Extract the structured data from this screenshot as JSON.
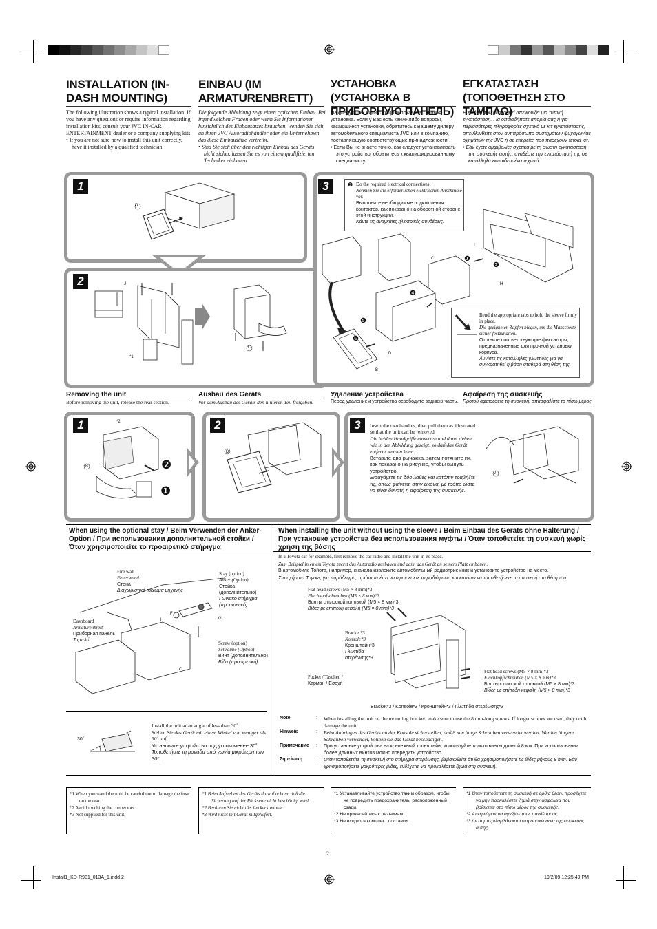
{
  "headers": {
    "en_title": "INSTALLATION (IN-DASH MOUNTING)",
    "de_title": "EINBAU (IM ARMATURENBRETT)",
    "ru_title": "УСТАНОВКА (УСТАНОВКА В ПРИБОРНУЮ ПАНЕЛЬ)",
    "el_title": "ΕΓΚΑΤΑΣΤΑΣΗ (ΤΟΠΟΘΕΤΗΣΗ ΣΤΟ ΤΑΜΠΛΩ)"
  },
  "intro": {
    "en": "The following illustration shows a typical installation. If you have any questions or require information regarding installation kits, consult your JVC IN-CAR ENTERTAINMENT dealer or a company supplying kits.",
    "en_bullet": "If you are not sure how to install this unit correctly, have it installed by a qualified technician.",
    "de": "Die folgende Abbildung zeigt einen typischen Einbau. Bei irgendwelchen Fragen oder wenn Sie Informationen hinsichtlich des Einbausatzes brauchen, wenden Sie sich an ihren JVC Autoradiohändler oder ein Unternehmen das diese Einbausätze vertreibt.",
    "de_bullet": "Sind Sie sich über den richtigen Einbau des Geräts nicht sicher, lassen Sie es von einem qualifizierten Techniker einbauen.",
    "ru": "На следующих иллюстрациях показана типовая установка. Если у Вас есть какие-либо вопросы, касающиеся установки, обратитесь к Вашему дилеру автомобильного специалиста JVC или в компанию, поставляющую соответствующие принадлежности.",
    "ru_bullet": "Если Вы не знаете точно, как следует устанавливать это устройство, обратитесь к квалифицированному специалисту.",
    "el": "Η εικόνα που ακολουθεί απεικονίζει μια τυπική εγκατάσταση. Για οποιαδήποτε απορία σας ή για περισσότερες πληροφορίες σχετικά με κιτ εγκατάστασης, απευθυνθείτε στον αντιπρόσωπο συστημάτων ψυχαγωγίας οχημάτων της JVC ή σε εταιρείες που παρέχουν τέτοια κιτ.",
    "el_bullet": "Εάν έχετε αμφιβολίες σχετικά με τη σωστή εγκατάσταση της συσκευής αυτής, αναθέστε την εγκατάστασή της σε κατάλληλα εκπαιδευμένο τεχνικό."
  },
  "steps_top": {
    "s1": "1",
    "s2": "2",
    "s3": "3",
    "label_D": "D",
    "label_J": "J",
    "label_C": "C",
    "label_I": "I",
    "label_H": "H",
    "label_B": "B",
    "sup1": "*1",
    "step3_text": {
      "num": "❸",
      "en": "Do the required electrical connections.",
      "de": "Nehmen Sie die erforderlichen elektrischen Anschlüsse vor.",
      "ru": "Выполните необходимые подключения контактов, как показано на оборотной стороне этой инструкции.",
      "el": "Κάντε τις αναγκαίες ηλεκτρικές συνδέσεις."
    },
    "bend_text": {
      "en": "Bend the appropriate tabs to hold the sleeve firmly in place.",
      "de": "Die geeigneten Zapfen biegen, um die Manschette sicher festzuhalten.",
      "ru": "Отогните соответствующие фиксаторы, предназначенные для прочной установки корпуса.",
      "el": "Λυγίστε τις κατάλληλες γλωττίδες για να συγκρατηθεί η βάση σταθερά στη θέση της."
    },
    "nums": [
      "❶",
      "❷",
      "❹",
      "❺",
      "❻"
    ]
  },
  "removing": {
    "en_head": "Removing the unit",
    "en_text": "Before removing the unit, release the rear section.",
    "de_head": "Ausbau des Geräts",
    "de_text": "Vor dem Ausbau des Geräts den hinteren Teil freigeben.",
    "ru_head": "Удаление устройства",
    "ru_text": "Перед удалением устройства освободите заднюю часть.",
    "el_head": "Αφαίρεση της συσκευής",
    "el_text": "Προτού αφαιρέσετε τη συσκευή, απασφαλίστε το πίσω μέρος.",
    "s1": "1",
    "s2": "2",
    "s3": "3",
    "sup2": "*2",
    "label_B": "B",
    "label_D": "D",
    "label_J": "J",
    "n2": "❷",
    "n1": "❶",
    "step3": {
      "en": "Insert the two handles, then pull them as illustrated so that the unit can be removed.",
      "de": "Die beiden Handgriffe einsetzen und dann ziehen wie in der Abbildung gezeigt, so daß das Gerät entfernt werden kann.",
      "ru": "Вставьте два рычажка, затем потяните их, как показано на рисунке, чтобы вынуть устройство.",
      "el": "Εισαγάγετε τις δύο λαβές και κατόπιν τραβήξτε τις, όπως φαίνεται στην εικόνα, με τρόπο ώστε να είναι δυνατή η αφαίρεση της συσκευής."
    }
  },
  "stay": {
    "head": "When using the optional stay / Beim Verwenden der Anker-Option / При использовании дополнительной стойки / Όταν χρησιμοποιείτε το προαιρετικό στήριγμα",
    "firewall": [
      "Fire wall",
      "Feuerwand",
      "Стена",
      "Διαχωριστικό τοίχωμα μηχανής"
    ],
    "stay_opt": [
      "Stay (option)",
      "Anker (Option)",
      "Стойка",
      "(дополнительно)",
      "Γωνιακό στήριγμα",
      "(προαιρετικό)"
    ],
    "dashboard": [
      "Dashboard",
      "Armaturenbrett",
      "Приборная панель",
      "Ταμπλώ"
    ],
    "screw_opt": [
      "Screw (option)",
      "Schraube (Option)",
      "Винт (дополнительно)",
      "Βίδα (προαιρετική)"
    ],
    "label_F": "F",
    "label_H": "H",
    "label_G": "G",
    "label_C": "C",
    "angle_text": {
      "en": "Install the unit at an angle of less than 30˚.",
      "de": "Stellen Sie das Gerät mit einem Winkel von weniger als 30˚ auf.",
      "ru": "Установите устройство под углом менее 30˚.",
      "el": "Τοποθετήστε τη μονάδα υπό γωνία μικρότερη των 30°."
    },
    "angle": "30˚"
  },
  "nosleeve": {
    "head": "When installing the unit without using the sleeve / Beim Einbau des Geräts ohne Halterung / При установке устройства без использования муфты / Όταν τοποθετείτε τη συσκευή χωρίς χρήση της βάσης",
    "en": "In a Toyota car for example, first remove the car radio and install the unit in its place.",
    "de": "Zum Beispiel in einem Toyota zuerst das Autoradio ausbauen und dann das Gerät an seinem Platz einbauen.",
    "ru": "В автомобиле Тойота, например, сначала извлеките автомобильный радиоприемник и установите устройство на место.",
    "el": "Στα οχήματα Toyota, για παράδειγμα, πρώτα πρέπει να αφαιρέσετε το ραδιόφωνο και κατόπιν να τοποθετήσετε τη συσκευή στη θέση του.",
    "flat1": [
      "Flat head screws (M5 × 8 mm)*3",
      "Flachkopfschrauben (M5 × 8 mm)*3",
      "Болты с плоской головкой (M5 × 8 мм)*3",
      "Βίδες με επίπεδη κεφαλή (M5 × 8 mm)*3"
    ],
    "bracket": [
      "Bracket*3",
      "Konsole*3",
      "Кронштейн*3",
      "Γλωττίδα",
      "στερέωσης*3"
    ],
    "pocket": [
      "Pocket / Taschen /",
      "Карман / Εσοχή"
    ],
    "flat2": [
      "Flat head screws (M5 × 8 mm)*3",
      "Flachkopfschrauben (M5 × 8 mm)*3",
      "Болты с плоской головкой (M5 × 8 мм)*3",
      "Βίδες με επίπεδη κεφαλή (M5 × 8 mm)*3"
    ],
    "bracket_line": "Bracket*3 / Konsole*3 / Кронштейн*3 / Γλωττίδα στερέωσης*3"
  },
  "notes": [
    {
      "label": "Note",
      "text": "When installing the unit on the mounting bracket, make sure to use the 8 mm-long screws. If longer screws are used, they could damage the unit."
    },
    {
      "label": "Hinweis",
      "text": "Beim Anbringen des Geräts an der Konsole sicherstellen, daß 8 mm lange Schrauben verwendet werden. Werden längere Schrauben verwendet, können sie das Gerät beschädigen."
    },
    {
      "label": "Примечание",
      "text": "При установке устройства на крепежный кронштейн, используйте только винты длиной 8 мм. При использовании более длинных винтов можно повредить устройство."
    },
    {
      "label": "Σημείωση",
      "text": "Όταν τοποθετείτε τη συσκευή στο στήριγμα στερέωσης, βεβαιωθείτε ότι θα χρησιμοποιήσετε τις βίδες μήκους 8 mm. Εάν χρησιμοποιήσετε μακρύτερες βίδες, ενδέχεται να προκαλέσετε ζημιά στη συσκευή."
    }
  ],
  "colon": ":",
  "footnotes": {
    "en": [
      {
        "k": "*1",
        "t": "When you stand the unit, be careful not to damage the fuse on the rear."
      },
      {
        "k": "*2",
        "t": "Avoid touching the connectors."
      },
      {
        "k": "*3",
        "t": "Not supplied for this unit."
      }
    ],
    "de": [
      {
        "k": "*1",
        "t": "Beim Aufstellen des Geräts darauf achten, daß die Sicherung auf der Rückseite nicht beschädigt wird."
      },
      {
        "k": "*2",
        "t": "Berühren Sie nicht die Steckerkontakte."
      },
      {
        "k": "*3",
        "t": "Wird nicht mit Gerät mitgeliefert."
      }
    ],
    "ru": [
      {
        "k": "*1",
        "t": "Устанавливайте устройство таким образом, чтобы не повредить предохранитель, расположенный сзади."
      },
      {
        "k": "*2",
        "t": "Не прикасайтесь к разъемам."
      },
      {
        "k": "*3",
        "t": "Не входит в комплект поставки."
      }
    ],
    "el": [
      {
        "k": "*1",
        "t": "Όταν τοποθετείτε τη συσκευή σε όρθια θέση, προσέχετε να μην προκαλέσετε ζημιά στην ασφάλεια που βρίσκεται στο πίσω μέρος της συσκευής."
      },
      {
        "k": "*2",
        "t": "Αποφεύγετε να αγγίζετε τους συνδέσμους."
      },
      {
        "k": "*3",
        "t": "Δε συμπεριλαμβάνονται στη συσκευασία της συσκευής αυτής."
      }
    ]
  },
  "page_number": "2",
  "slug_left": "Install1_KD-R901_013A_1.indd   2",
  "slug_right": "19/2/09   12:25:49 PM"
}
